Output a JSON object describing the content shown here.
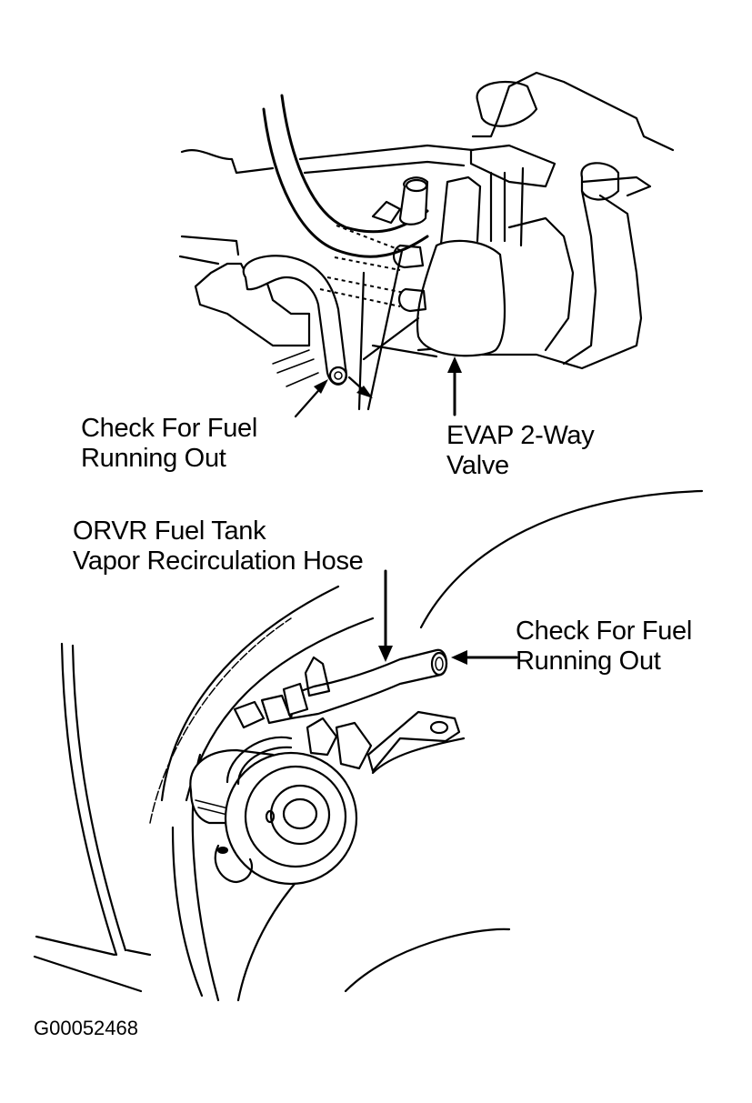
{
  "diagram": {
    "top_view": {
      "callouts": [
        {
          "id": "check-fuel-top",
          "lines": [
            "Check For Fuel",
            "Running Out"
          ]
        },
        {
          "id": "evap-valve",
          "lines": [
            "EVAP 2-Way",
            "Valve"
          ]
        }
      ]
    },
    "bottom_view": {
      "callouts": [
        {
          "id": "orvr-hose",
          "lines": [
            "ORVR Fuel Tank",
            "Vapor Recirculation Hose"
          ]
        },
        {
          "id": "check-fuel-bottom",
          "lines": [
            "Check For Fuel",
            "Running Out"
          ]
        }
      ]
    },
    "figure_id": "G00052468"
  }
}
